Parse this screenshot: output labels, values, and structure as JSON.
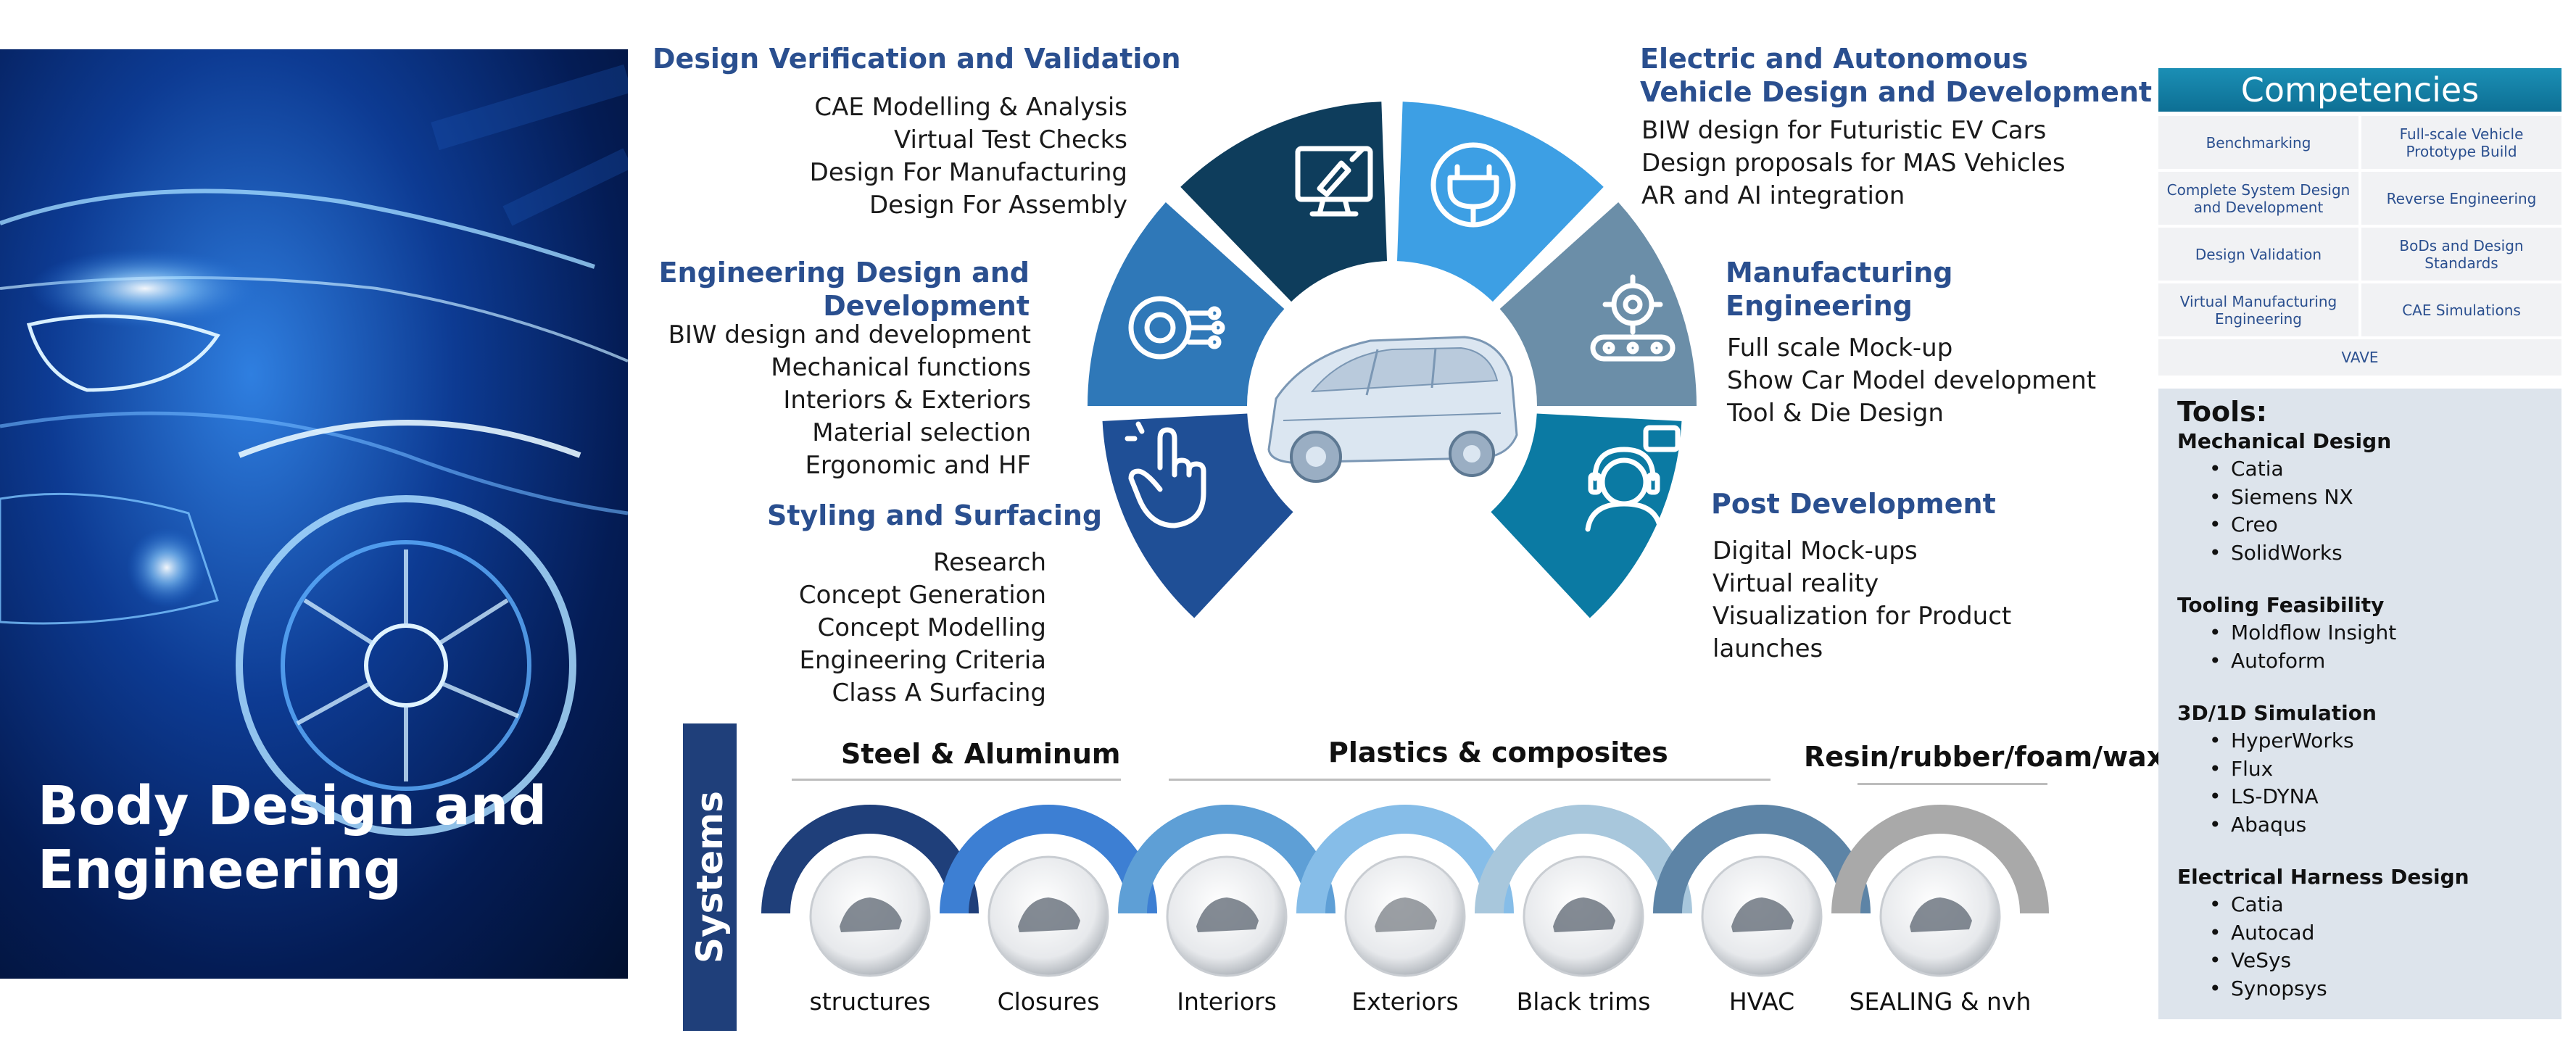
{
  "hero": {
    "title_line1": "Body Design and",
    "title_line2": "Engineering"
  },
  "sections": {
    "dvv": {
      "title": "Design Verification and Validation",
      "items": [
        "CAE Modelling & Analysis",
        "Virtual Test Checks",
        "Design For Manufacturing",
        "Design For Assembly"
      ]
    },
    "ead": {
      "title_line1": "Electric and Autonomous",
      "title_line2": "Vehicle Design and Development",
      "items": [
        "BIW design for Futuristic EV Cars",
        "Design proposals for MAS Vehicles",
        "AR and AI integration"
      ]
    },
    "edd": {
      "title_line1": "Engineering Design and",
      "title_line2": "Development",
      "items": [
        "BIW design and development",
        "Mechanical functions",
        "Interiors & Exteriors",
        "Material selection",
        "Ergonomic and HF"
      ]
    },
    "me": {
      "title_line1": "Manufacturing",
      "title_line2": "Engineering",
      "items": [
        "Full scale Mock-up",
        "Show Car Model development",
        "Tool & Die Design"
      ]
    },
    "ss": {
      "title": "Styling and Surfacing",
      "items": [
        "Research",
        "Concept Generation",
        "Concept Modelling",
        "Engineering Criteria",
        "Class A Surfacing"
      ]
    },
    "pd": {
      "title": "Post Development",
      "items": [
        "Digital Mock-ups",
        "Virtual reality",
        "Visualization for Product",
        "launches"
      ]
    }
  },
  "wheel": {
    "segments": [
      {
        "name": "design-icon",
        "color": "#0e3d5c"
      },
      {
        "name": "plug-icon",
        "color": "#3d9fe4"
      },
      {
        "name": "circuit-icon",
        "color": "#2f78b8"
      },
      {
        "name": "gear-conveyor-icon",
        "color": "#6b8ea8"
      },
      {
        "name": "touch-icon",
        "color": "#1f4f96"
      },
      {
        "name": "support-icon",
        "color": "#0b7aa3"
      }
    ]
  },
  "systems": {
    "label": "Systems",
    "groups": [
      "Steel & Aluminum",
      "Plastics & composites",
      "Resin/rubber/foam/wax"
    ],
    "items": [
      {
        "label": "structures",
        "color": "#1f3f7a"
      },
      {
        "label": "Closures",
        "color": "#3d7fd3"
      },
      {
        "label": "Interiors",
        "color": "#5e9fd6"
      },
      {
        "label": "Exteriors",
        "color": "#86bde8"
      },
      {
        "label": "Black trims",
        "color": "#a8c7dc"
      },
      {
        "label": "HVAC",
        "color": "#5d84a6"
      },
      {
        "label": "SEALING & nvh",
        "color": "#a9a9a9"
      }
    ]
  },
  "competencies": {
    "title": "Competencies",
    "cells": [
      "Benchmarking",
      "Full-scale Vehicle Prototype Build",
      "Complete System Design and Development",
      "Reverse Engineering",
      "Design Validation",
      "BoDs and Design Standards",
      "Virtual Manufacturing Engineering",
      "CAE Simulations"
    ],
    "last": "VAVE"
  },
  "tools": {
    "title": "Tools:",
    "groups": [
      {
        "head": "Mechanical Design",
        "items": [
          "Catia",
          "Siemens NX",
          "Creo",
          "SolidWorks"
        ]
      },
      {
        "head": "Tooling Feasibility",
        "items": [
          "Moldflow Insight",
          "Autoform"
        ]
      },
      {
        "head": "3D/1D Simulation",
        "items": [
          "HyperWorks",
          "Flux",
          "LS-DYNA",
          "Abaqus"
        ]
      },
      {
        "head": "Electrical Harness Design",
        "items": [
          "Catia",
          "Autocad",
          "VeSys",
          "Synopsys"
        ]
      }
    ]
  }
}
